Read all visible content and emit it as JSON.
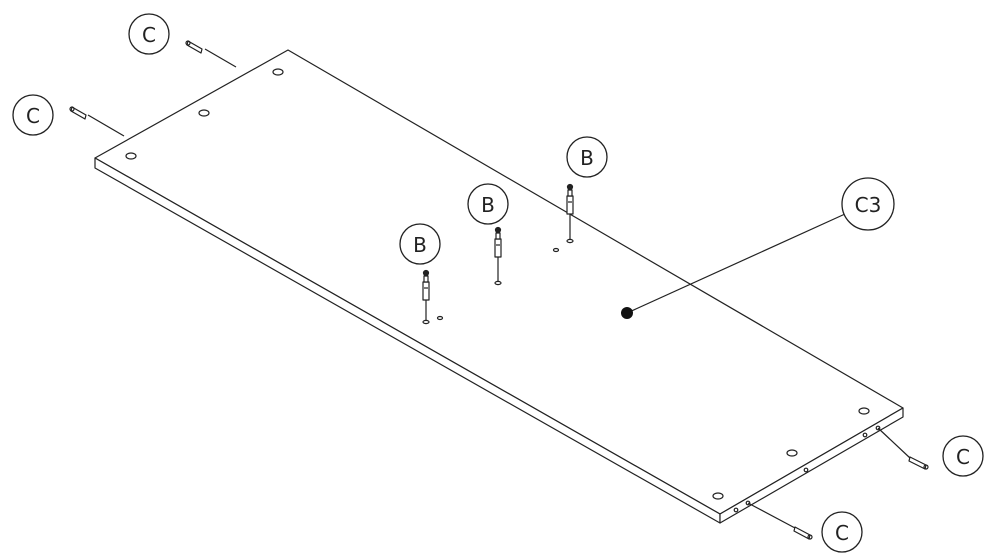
{
  "diagram": {
    "callouts": {
      "c_top": "C",
      "c_left": "C",
      "c_right": "C",
      "c_bottom": "C",
      "b1": "B",
      "b2": "B",
      "b3": "B",
      "c3": "C3"
    },
    "colors": {
      "line": "#222222",
      "background": "#ffffff",
      "dot": "#111111"
    }
  }
}
